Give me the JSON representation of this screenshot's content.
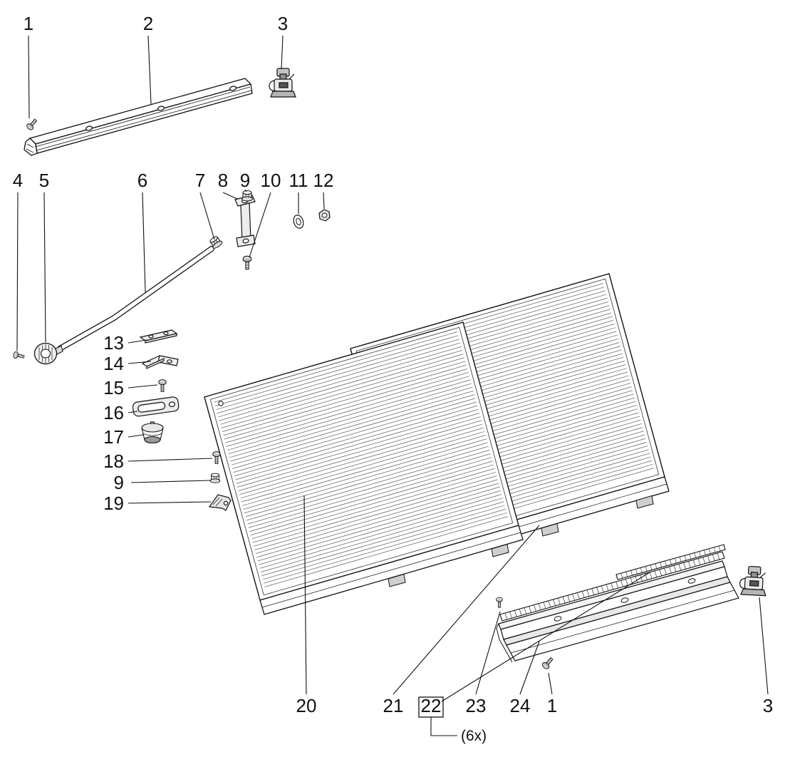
{
  "diagram": {
    "colors": {
      "background": "#ffffff",
      "line_art": "#111111"
    },
    "callouts": [
      {
        "id": "callout-1-top",
        "text": "1"
      },
      {
        "id": "callout-2",
        "text": "2"
      },
      {
        "id": "callout-3-top",
        "text": "3"
      },
      {
        "id": "callout-4",
        "text": "4"
      },
      {
        "id": "callout-5",
        "text": "5"
      },
      {
        "id": "callout-6",
        "text": "6"
      },
      {
        "id": "callout-7",
        "text": "7"
      },
      {
        "id": "callout-8",
        "text": "8"
      },
      {
        "id": "callout-9-top",
        "text": "9"
      },
      {
        "id": "callout-10",
        "text": "10"
      },
      {
        "id": "callout-11",
        "text": "11"
      },
      {
        "id": "callout-12",
        "text": "12"
      },
      {
        "id": "callout-13",
        "text": "13"
      },
      {
        "id": "callout-14",
        "text": "14"
      },
      {
        "id": "callout-15",
        "text": "15"
      },
      {
        "id": "callout-16",
        "text": "16"
      },
      {
        "id": "callout-17",
        "text": "17"
      },
      {
        "id": "callout-18",
        "text": "18"
      },
      {
        "id": "callout-9-mid",
        "text": "9"
      },
      {
        "id": "callout-19",
        "text": "19"
      },
      {
        "id": "callout-20",
        "text": "20"
      },
      {
        "id": "callout-21",
        "text": "21"
      },
      {
        "id": "callout-22",
        "text": "22",
        "boxed": true
      },
      {
        "id": "callout-23",
        "text": "23"
      },
      {
        "id": "callout-24",
        "text": "24"
      },
      {
        "id": "callout-1-bottom",
        "text": "1"
      },
      {
        "id": "callout-3-bottom",
        "text": "3"
      }
    ],
    "quantity_note": "(6x)"
  }
}
